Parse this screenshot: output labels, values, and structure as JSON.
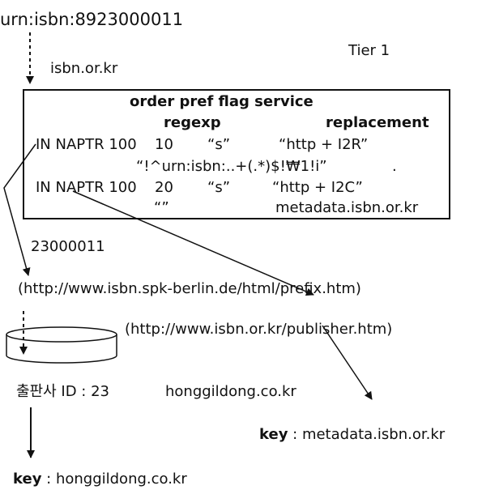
{
  "diagram": {
    "urn": "urn:isbn:8923000011",
    "tier_label": "Tier 1",
    "domain": "isbn.or.kr",
    "box": {
      "header": "order pref flag service",
      "col_regexp": "regexp",
      "col_replacement": "replacement",
      "rec1": {
        "prefix": "IN NAPTR 100",
        "pref": "10",
        "flag": "“s”",
        "service": "“http + I2R”",
        "regexp": "“!^urn:isbn:..+(.*)$!₩1!i”",
        "replacement": "."
      },
      "rec2": {
        "prefix": "IN NAPTR 100",
        "pref": "20",
        "flag": "“s”",
        "service": "“http + I2C”",
        "regexp": "“”",
        "replacement": "metadata.isbn.or.kr"
      }
    },
    "extracted_number": "23000011",
    "url_prefix": "(http://www.isbn.spk-berlin.de/html/prefix.htm)",
    "url_publisher": "(http://www.isbn.or.kr/publisher.htm)",
    "db_label": "출판사 ID : 23",
    "db_domain": "honggildong.co.kr",
    "key_right": {
      "label": "key",
      "value": " : metadata.isbn.or.kr"
    },
    "key_bottom": {
      "label": "key",
      "value": " : honggildong.co.kr"
    }
  }
}
